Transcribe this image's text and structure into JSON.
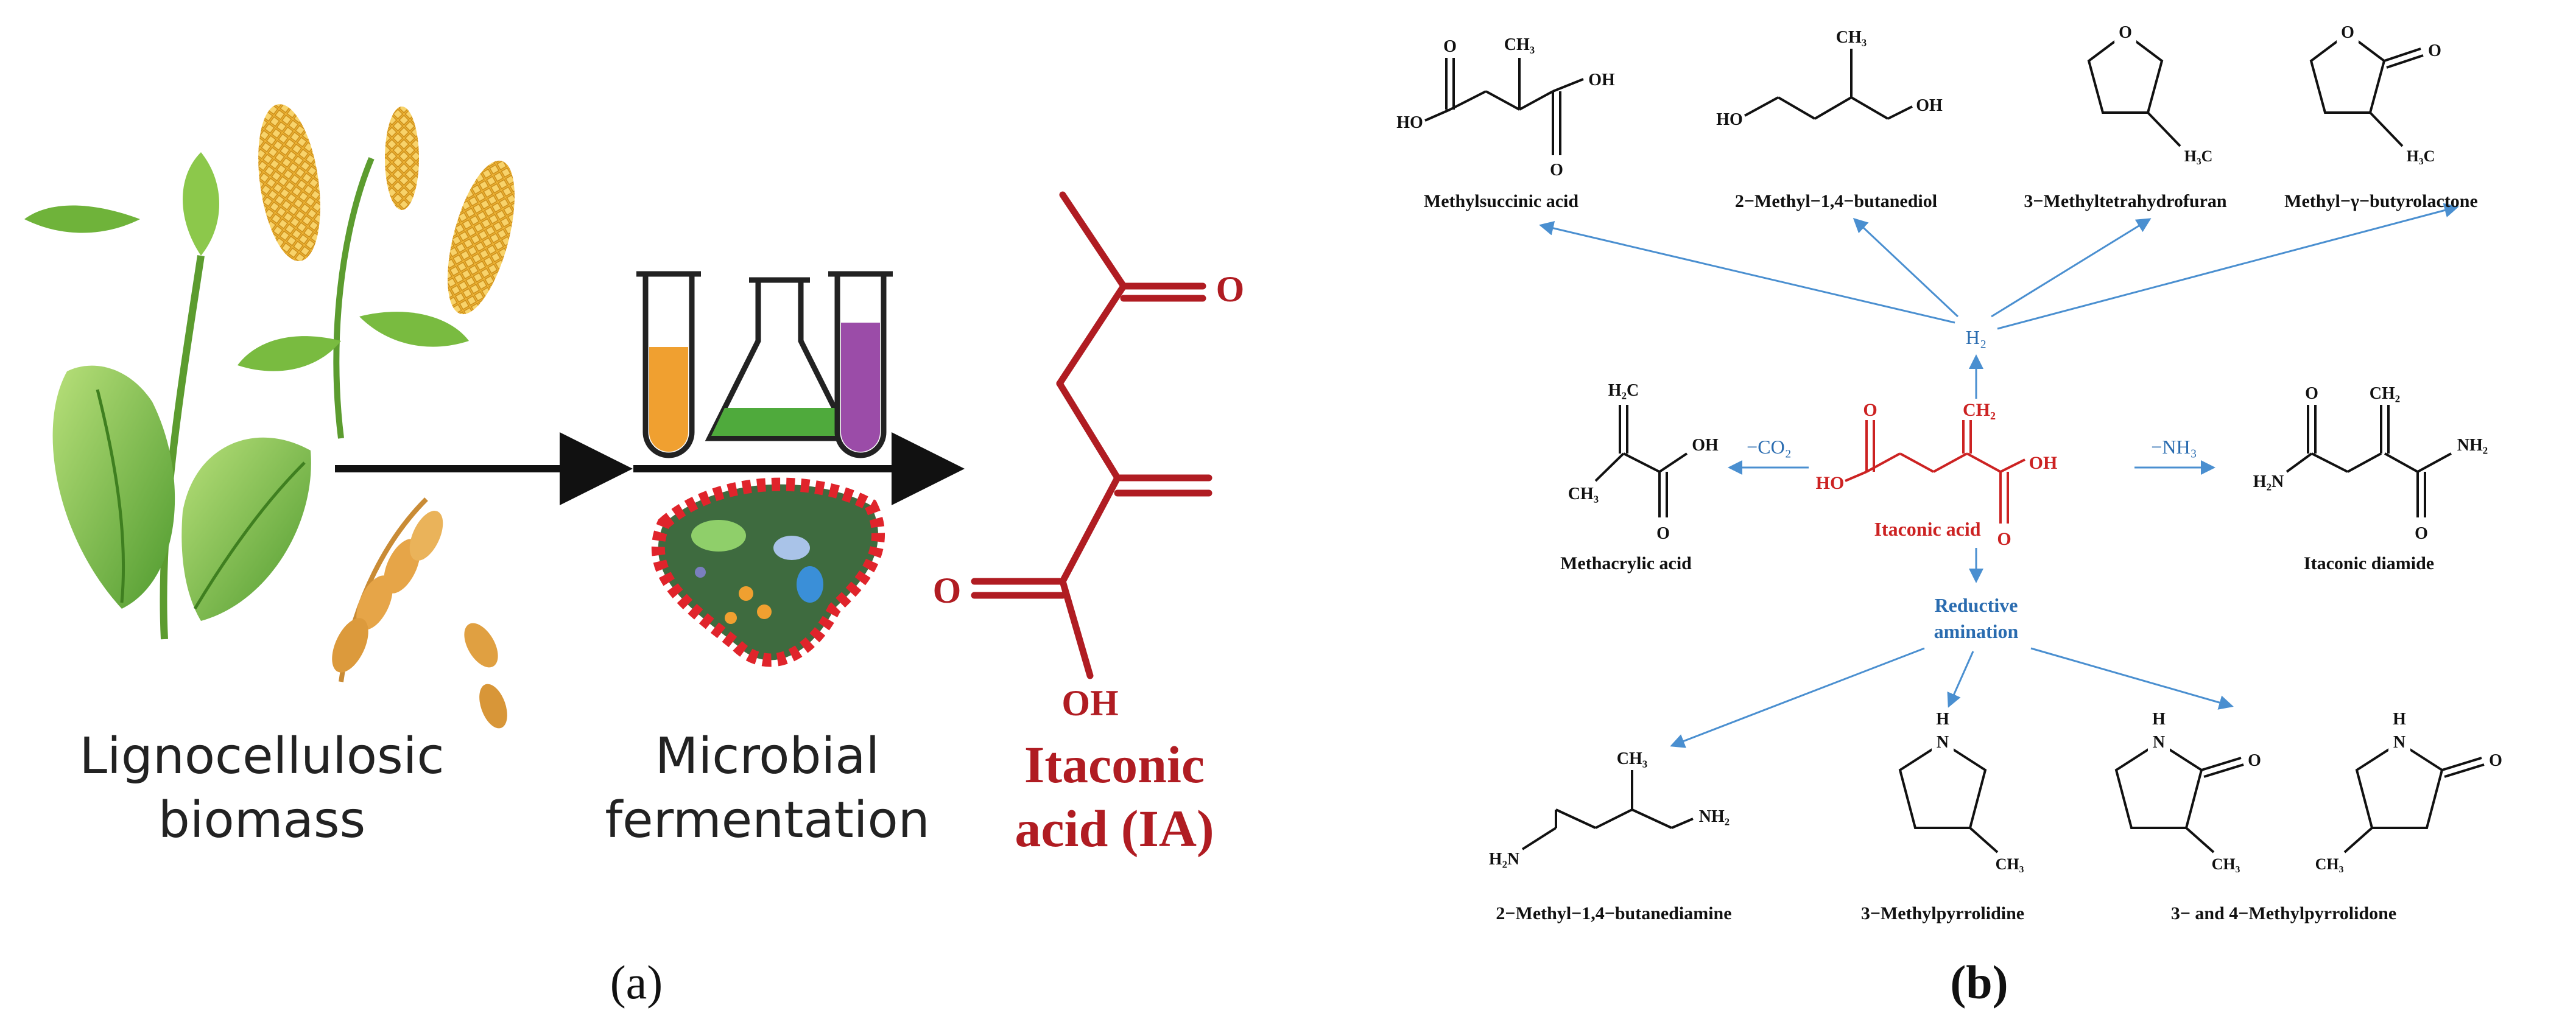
{
  "panel_a": {
    "stage_labels": {
      "biomass": [
        "Lignocellulosic",
        "biomass"
      ],
      "fermentation": [
        "Microbial",
        "fermentation"
      ]
    },
    "product_label": [
      "Itaconic",
      "acid (IA)"
    ],
    "atoms": {
      "o_top": "O",
      "o_left": "O",
      "oh": "OH"
    },
    "caption": "(a)",
    "colors": {
      "product": "#b01c22",
      "arrow": "#111111"
    }
  },
  "panel_b": {
    "center": {
      "name": "Itaconic acid",
      "ch2": "CH₂",
      "ho": "HO",
      "oh": "OH",
      "o1": "O",
      "o2": "O"
    },
    "reagents": {
      "h2": "H₂",
      "co2": "−CO₂",
      "nh3": "−NH₃",
      "reductive": [
        "Reductive",
        "amination"
      ]
    },
    "products": {
      "methylsuccinic": {
        "name": "Methylsuccinic acid",
        "ch3": "CH₃",
        "ho": "HO",
        "oh": "OH",
        "o1": "O",
        "o2": "O"
      },
      "butanediol": {
        "name": "2−Methyl−1,4−butanediol",
        "ch3": "CH₃",
        "ho": "HO",
        "oh": "OH"
      },
      "mthf": {
        "name": "3−Methyltetrahydrofuran",
        "o": "O",
        "h3c": "H₃C"
      },
      "mgbl": {
        "name": "Methyl−γ−butyrolactone",
        "o_ring": "O",
        "o_exo": "O",
        "h3c": "H₃C"
      },
      "methacrylic": {
        "name": "Methacrylic acid",
        "h2c": "H₂C",
        "ch3": "CH₃",
        "oh": "OH",
        "o": "O"
      },
      "diamide": {
        "name": "Itaconic diamide",
        "ch2": "CH₂",
        "o1": "O",
        "o2": "O",
        "h2n": "H₂N",
        "nh2": "NH₂"
      },
      "diamine": {
        "name": "2−Methyl−1,4−butanediamine",
        "ch3": "CH₃",
        "h2n": "H₂N",
        "nh2": "NH₂"
      },
      "pyrrolidine": {
        "name": "3−Methylpyrrolidine",
        "h": "H",
        "n": "N",
        "ch3": "CH₃"
      },
      "pyrrolidone": {
        "name": "3− and 4−Methylpyrrolidone",
        "h1": "H",
        "n1": "N",
        "o1": "O",
        "ch3_1": "CH₃",
        "h2": "H",
        "n2": "N",
        "o2": "O",
        "ch3_2": "CH₃"
      }
    },
    "caption": "(b)",
    "colors": {
      "center": "#cc2222",
      "reagent": "#2a6cb0",
      "arrow": "#4a8fd0",
      "structure": "#111111"
    }
  }
}
